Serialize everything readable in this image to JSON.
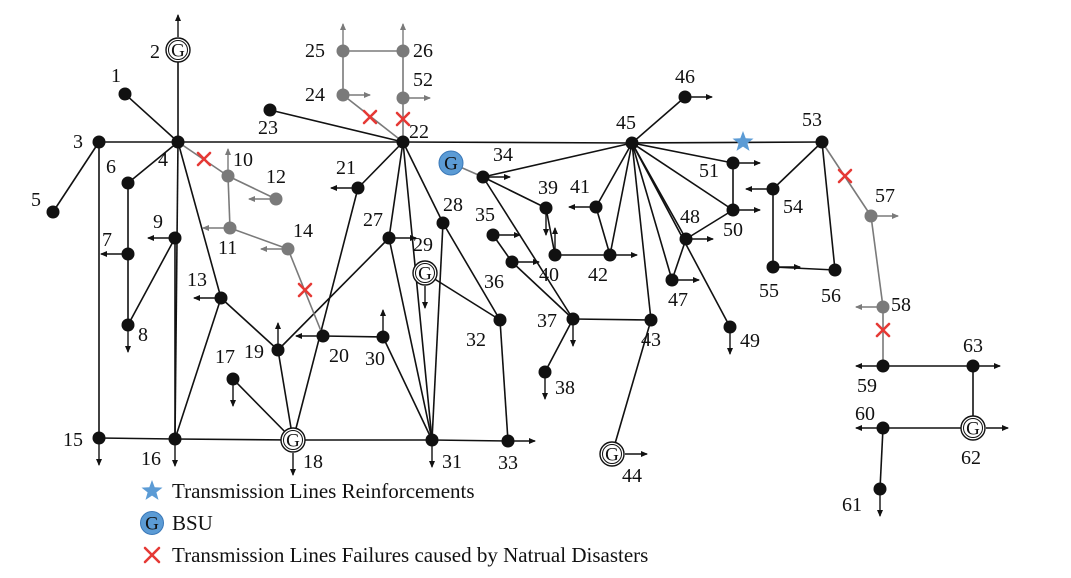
{
  "colors": {
    "normal": "#111111",
    "faulted": "#7a7a7a",
    "bsu_fill": "#5b9bd5",
    "failure_mark": "#e53935",
    "reinforcement_star": "#5b9bd5"
  },
  "nodes": [
    {
      "id": "1",
      "label": "1",
      "type": "bus",
      "state": "normal"
    },
    {
      "id": "2",
      "label": "2",
      "type": "gen",
      "state": "normal"
    },
    {
      "id": "3",
      "label": "3",
      "type": "bus",
      "state": "normal"
    },
    {
      "id": "4",
      "label": "4",
      "type": "bus",
      "state": "normal"
    },
    {
      "id": "5",
      "label": "5",
      "type": "bus",
      "state": "normal"
    },
    {
      "id": "6",
      "label": "6",
      "type": "bus",
      "state": "normal"
    },
    {
      "id": "7",
      "label": "7",
      "type": "bus",
      "state": "normal"
    },
    {
      "id": "8",
      "label": "8",
      "type": "bus",
      "state": "normal"
    },
    {
      "id": "9",
      "label": "9",
      "type": "bus",
      "state": "normal"
    },
    {
      "id": "10",
      "label": "10",
      "type": "bus",
      "state": "faulted"
    },
    {
      "id": "11",
      "label": "11",
      "type": "bus",
      "state": "faulted"
    },
    {
      "id": "12",
      "label": "12",
      "type": "bus",
      "state": "faulted"
    },
    {
      "id": "13",
      "label": "13",
      "type": "bus",
      "state": "normal"
    },
    {
      "id": "14",
      "label": "14",
      "type": "bus",
      "state": "faulted"
    },
    {
      "id": "15",
      "label": "15",
      "type": "bus",
      "state": "normal"
    },
    {
      "id": "16",
      "label": "16",
      "type": "bus",
      "state": "normal"
    },
    {
      "id": "17",
      "label": "17",
      "type": "bus",
      "state": "normal"
    },
    {
      "id": "18",
      "label": "18",
      "type": "gen",
      "state": "normal"
    },
    {
      "id": "19",
      "label": "19",
      "type": "bus",
      "state": "normal"
    },
    {
      "id": "20",
      "label": "20",
      "type": "bus",
      "state": "normal"
    },
    {
      "id": "21",
      "label": "21",
      "type": "bus",
      "state": "normal"
    },
    {
      "id": "22",
      "label": "22",
      "type": "bus",
      "state": "normal"
    },
    {
      "id": "23",
      "label": "23",
      "type": "bus",
      "state": "normal"
    },
    {
      "id": "24",
      "label": "24",
      "type": "bus",
      "state": "faulted"
    },
    {
      "id": "25",
      "label": "25",
      "type": "bus",
      "state": "faulted"
    },
    {
      "id": "26",
      "label": "26",
      "type": "bus",
      "state": "faulted"
    },
    {
      "id": "27",
      "label": "27",
      "type": "bus",
      "state": "normal"
    },
    {
      "id": "28",
      "label": "28",
      "type": "bus",
      "state": "normal"
    },
    {
      "id": "29",
      "label": "29",
      "type": "gen",
      "state": "normal"
    },
    {
      "id": "30",
      "label": "30",
      "type": "bus",
      "state": "normal"
    },
    {
      "id": "31",
      "label": "31",
      "type": "bus",
      "state": "normal"
    },
    {
      "id": "32",
      "label": "32",
      "type": "bus",
      "state": "normal"
    },
    {
      "id": "33",
      "label": "33",
      "type": "bus",
      "state": "normal"
    },
    {
      "id": "34",
      "label": "34",
      "type": "bus",
      "state": "normal"
    },
    {
      "id": "34G",
      "label": "",
      "type": "bsu",
      "state": "normal"
    },
    {
      "id": "35",
      "label": "35",
      "type": "bus",
      "state": "normal"
    },
    {
      "id": "36",
      "label": "36",
      "type": "bus",
      "state": "normal"
    },
    {
      "id": "37",
      "label": "37",
      "type": "bus",
      "state": "normal"
    },
    {
      "id": "38",
      "label": "38",
      "type": "bus",
      "state": "normal"
    },
    {
      "id": "39",
      "label": "39",
      "type": "bus",
      "state": "normal"
    },
    {
      "id": "40",
      "label": "40",
      "type": "bus",
      "state": "normal"
    },
    {
      "id": "41",
      "label": "41",
      "type": "bus",
      "state": "normal"
    },
    {
      "id": "42",
      "label": "42",
      "type": "bus",
      "state": "normal"
    },
    {
      "id": "43",
      "label": "43",
      "type": "bus",
      "state": "normal"
    },
    {
      "id": "44",
      "label": "44",
      "type": "gen",
      "state": "normal"
    },
    {
      "id": "45",
      "label": "45",
      "type": "bus",
      "state": "normal"
    },
    {
      "id": "46",
      "label": "46",
      "type": "bus",
      "state": "normal"
    },
    {
      "id": "47",
      "label": "47",
      "type": "bus",
      "state": "normal"
    },
    {
      "id": "48",
      "label": "48",
      "type": "bus",
      "state": "normal"
    },
    {
      "id": "49",
      "label": "49",
      "type": "bus",
      "state": "normal"
    },
    {
      "id": "50",
      "label": "50",
      "type": "bus",
      "state": "normal"
    },
    {
      "id": "51",
      "label": "51",
      "type": "bus",
      "state": "normal"
    },
    {
      "id": "52",
      "label": "52",
      "type": "bus",
      "state": "faulted"
    },
    {
      "id": "53",
      "label": "53",
      "type": "bus",
      "state": "normal"
    },
    {
      "id": "54",
      "label": "54",
      "type": "bus",
      "state": "normal"
    },
    {
      "id": "55",
      "label": "55",
      "type": "bus",
      "state": "normal"
    },
    {
      "id": "56",
      "label": "56",
      "type": "bus",
      "state": "normal"
    },
    {
      "id": "57",
      "label": "57",
      "type": "bus",
      "state": "faulted"
    },
    {
      "id": "58",
      "label": "58",
      "type": "bus",
      "state": "faulted"
    },
    {
      "id": "59",
      "label": "59",
      "type": "bus",
      "state": "normal"
    },
    {
      "id": "60",
      "label": "60",
      "type": "bus",
      "state": "normal"
    },
    {
      "id": "61",
      "label": "61",
      "type": "bus",
      "state": "normal"
    },
    {
      "id": "62",
      "label": "62",
      "type": "gen",
      "state": "normal"
    },
    {
      "id": "63",
      "label": "63",
      "type": "bus",
      "state": "normal"
    }
  ],
  "edges": [
    [
      "3",
      "4"
    ],
    [
      "4",
      "22"
    ],
    [
      "22",
      "45"
    ],
    [
      "45",
      "53"
    ],
    [
      "3",
      "5"
    ],
    [
      "3",
      "15"
    ],
    [
      "15",
      "16"
    ],
    [
      "16",
      "18"
    ],
    [
      "18",
      "31"
    ],
    [
      "31",
      "33"
    ],
    [
      "4",
      "2"
    ],
    [
      "4",
      "1"
    ],
    [
      "4",
      "6"
    ],
    [
      "6",
      "7"
    ],
    [
      "7",
      "8"
    ],
    [
      "8",
      "9"
    ],
    [
      "9",
      "16"
    ],
    [
      "4",
      "16"
    ],
    [
      "4",
      "13"
    ],
    [
      "13",
      "16"
    ],
    [
      "13",
      "19"
    ],
    [
      "19",
      "18"
    ],
    [
      "19",
      "27"
    ],
    [
      "27",
      "31"
    ],
    [
      "27",
      "22"
    ],
    [
      "22",
      "21"
    ],
    [
      "21",
      "18"
    ],
    [
      "22",
      "23"
    ],
    [
      "22",
      "31"
    ],
    [
      "22",
      "28"
    ],
    [
      "28",
      "31"
    ],
    [
      "28",
      "32"
    ],
    [
      "32",
      "33"
    ],
    [
      "29",
      "32"
    ],
    [
      "20",
      "30"
    ],
    [
      "30",
      "31"
    ],
    [
      "17",
      "18"
    ],
    [
      "34",
      "45"
    ],
    [
      "34",
      "39"
    ],
    [
      "34",
      "37"
    ],
    [
      "39",
      "40"
    ],
    [
      "40",
      "42"
    ],
    [
      "35",
      "36"
    ],
    [
      "36",
      "37"
    ],
    [
      "37",
      "43"
    ],
    [
      "37",
      "38"
    ],
    [
      "43",
      "44"
    ],
    [
      "45",
      "41"
    ],
    [
      "41",
      "42"
    ],
    [
      "45",
      "42"
    ],
    [
      "45",
      "43"
    ],
    [
      "45",
      "47"
    ],
    [
      "45",
      "48"
    ],
    [
      "45",
      "49"
    ],
    [
      "45",
      "51"
    ],
    [
      "45",
      "50"
    ],
    [
      "45",
      "46"
    ],
    [
      "48",
      "50"
    ],
    [
      "48",
      "47"
    ],
    [
      "50",
      "51"
    ],
    [
      "53",
      "54"
    ],
    [
      "53",
      "56"
    ],
    [
      "54",
      "55"
    ],
    [
      "55",
      "56"
    ],
    [
      "59",
      "63"
    ],
    [
      "63",
      "62"
    ],
    [
      "62",
      "60"
    ],
    [
      "60",
      "61"
    ]
  ],
  "faulted_edges": [
    [
      "4",
      "10"
    ],
    [
      "10",
      "12"
    ],
    [
      "10",
      "11"
    ],
    [
      "11",
      "14"
    ],
    [
      "14",
      "20"
    ],
    [
      "22",
      "24"
    ],
    [
      "24",
      "25"
    ],
    [
      "25",
      "26"
    ],
    [
      "26",
      "52"
    ],
    [
      "52",
      "22"
    ],
    [
      "53",
      "57"
    ],
    [
      "57",
      "58"
    ],
    [
      "58",
      "59"
    ],
    [
      "34G",
      "34"
    ]
  ],
  "legend": [
    {
      "key": "reinforcement",
      "symbol": "star-icon",
      "text": "Transmission Lines Reinforcements"
    },
    {
      "key": "bsu",
      "symbol": "bsu-icon",
      "text": "BSU"
    },
    {
      "key": "failure",
      "symbol": "cross-icon",
      "text": "Transmission Lines Failures caused by Natrual Disasters"
    }
  ],
  "generator_letter": "G"
}
